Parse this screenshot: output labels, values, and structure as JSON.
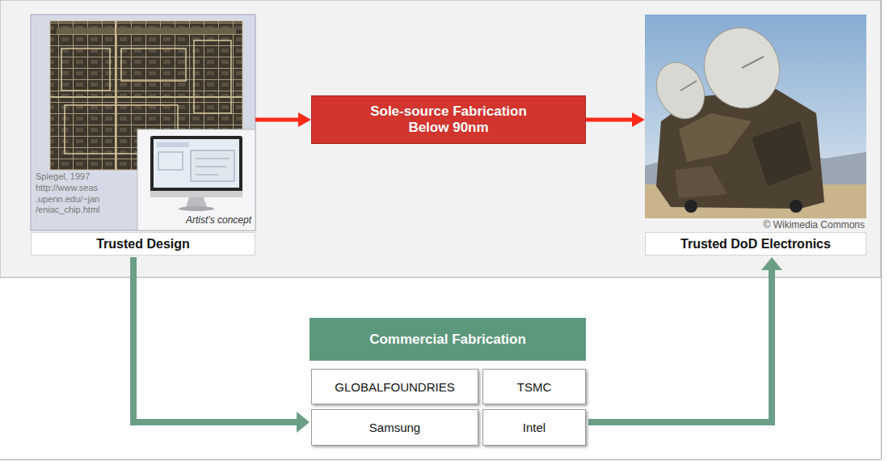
{
  "diagram": {
    "nodes": [
      {
        "text": [
          "Trusted Design"
        ]
      },
      {
        "text": [
          "Sole-source Fabrication Below 90nm"
        ]
      },
      {
        "text": [
          "Trusted DoD Electronics"
        ]
      },
      {
        "text": [
          "Commercial Fabrication"
        ]
      },
      {
        "text": [
          "GLOBALFOUNDRIES"
        ],
        "in": 3
      },
      {
        "text": [
          "TSMC"
        ],
        "in": 3
      },
      {
        "text": [
          "Samsung"
        ],
        "in": 3
      },
      {
        "text": [
          "Intel"
        ],
        "in": 3
      }
    ],
    "edges": [
      {
        "from": 0,
        "to": 1,
        "arrow": "to"
      },
      {
        "from": 1,
        "to": 2,
        "arrow": "to"
      },
      {
        "from": 0,
        "to": 3,
        "arrow": "to"
      },
      {
        "from": 3,
        "to": 2,
        "arrow": "to"
      }
    ],
    "labels": [
      "Spiegel, 1997 http://www.seas .upenn.edu/~jan /eniac_chip.html",
      "Artist's concept",
      "© Wikimedia Commons"
    ]
  }
}
